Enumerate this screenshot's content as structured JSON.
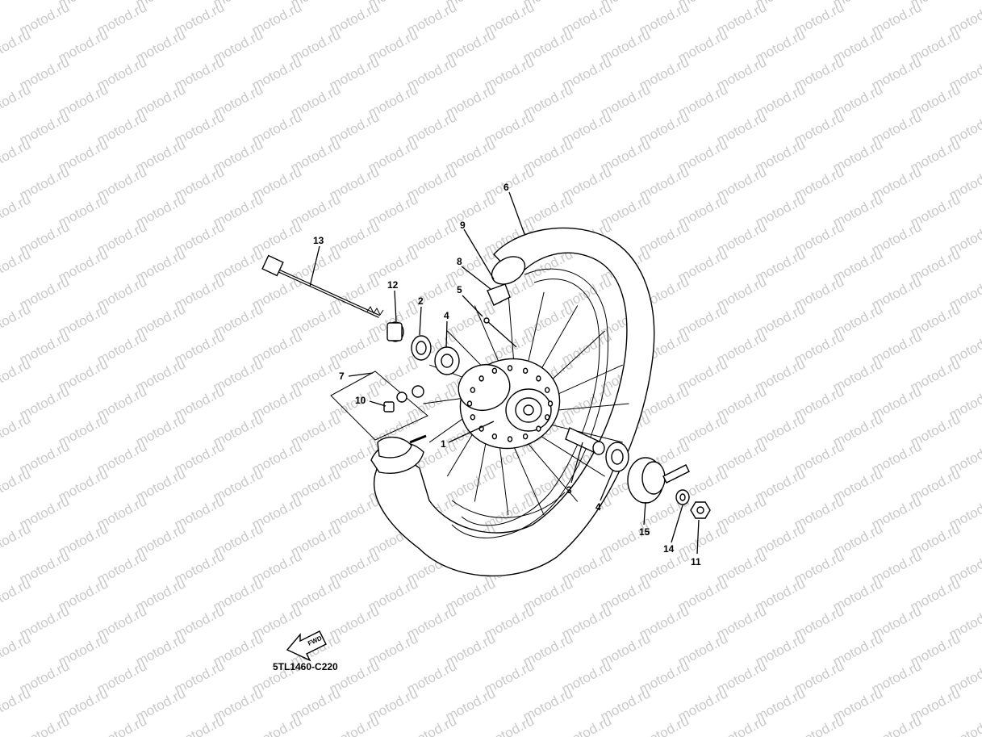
{
  "watermark": {
    "text": "motod.ru"
  },
  "diagram_code": "5TL1460-C220",
  "fwd_label": "FWD",
  "callouts": [
    "1",
    "2",
    "3",
    "4",
    "4",
    "5",
    "6",
    "7",
    "8",
    "9",
    "10",
    "11",
    "12",
    "13",
    "14",
    "15"
  ]
}
